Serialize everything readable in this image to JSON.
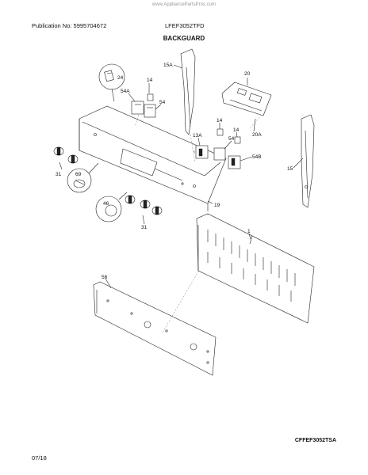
{
  "watermark": "www.AppliancePartsPros.com",
  "publication": "Publication No: 5995704672",
  "model": "LFEF3052TFD",
  "section_title": "BACKGUARD",
  "footer_code": "CFFEF3052TSA",
  "footer_date": "07/18",
  "labels": {
    "p24": "24",
    "p14a": "14",
    "p54a": "54A",
    "p54": "54",
    "p15a": "15A",
    "p20": "20",
    "p20a": "20A",
    "p14b": "14",
    "p14c": "14",
    "p13a": "13A",
    "p54c": "54",
    "p54b": "54B",
    "p15": "15",
    "p31a": "31",
    "p69": "69",
    "p46": "46",
    "p31b": "31",
    "p19": "19",
    "p1": "1",
    "p56": "56"
  }
}
